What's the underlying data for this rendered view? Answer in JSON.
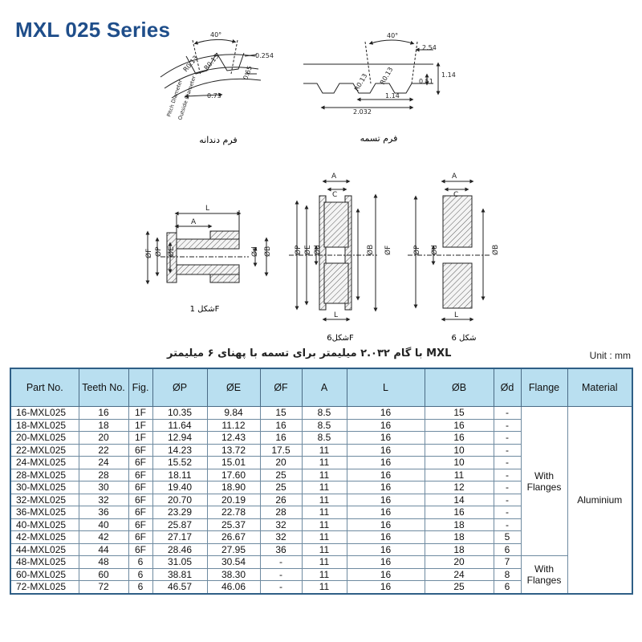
{
  "title": "MXL 025 Series",
  "drawings": {
    "tooth_form": {
      "caption": "فرم دندانه",
      "dims": [
        "40°",
        "0.254",
        "0.65",
        "R0.13",
        "R0.13",
        "0.73",
        "Pitch Diameter",
        "Outside Diameter"
      ]
    },
    "belt_form": {
      "caption": "فرم تسمه",
      "dims": [
        "40°",
        "2.54",
        "1.14",
        "0.51",
        "R0.13",
        "R0.13",
        "1.14",
        "2.032"
      ]
    },
    "fig_1f": {
      "caption": "شکل 1F",
      "dims": [
        "L",
        "A",
        "ØF",
        "ØP",
        "ØE",
        "Ød",
        "ØB"
      ]
    },
    "fig_6f": {
      "caption": "شکل6F",
      "dims": [
        "A",
        "C",
        "ØP",
        "ØE",
        "Ød",
        "ØB",
        "ØF",
        "L"
      ]
    },
    "fig_6": {
      "caption": "شکل 6",
      "dims": [
        "A",
        "C",
        "ØP",
        "Ød",
        "ØB",
        "L"
      ]
    }
  },
  "table_heading": {
    "farsi": "MXL با گام ۲.۰۳۲ میلیمتر برای تسمه با پهنای ۶ میلیمتر",
    "unit": "Unit : mm"
  },
  "table": {
    "headers": [
      "Part No.",
      "Teeth No.",
      "Fig.",
      "ØP",
      "ØE",
      "ØF",
      "A",
      "L",
      "ØB",
      "Ød",
      "Flange",
      "Material"
    ],
    "rows": [
      [
        "16-MXL025",
        "16",
        "1F",
        "10.35",
        "9.84",
        "15",
        "8.5",
        "16",
        "15",
        "-"
      ],
      [
        "18-MXL025",
        "18",
        "1F",
        "11.64",
        "11.12",
        "16",
        "8.5",
        "16",
        "16",
        "-"
      ],
      [
        "20-MXL025",
        "20",
        "1F",
        "12.94",
        "12.43",
        "16",
        "8.5",
        "16",
        "16",
        "-"
      ],
      [
        "22-MXL025",
        "22",
        "6F",
        "14.23",
        "13.72",
        "17.5",
        "11",
        "16",
        "10",
        "-"
      ],
      [
        "24-MXL025",
        "24",
        "6F",
        "15.52",
        "15.01",
        "20",
        "11",
        "16",
        "10",
        "-"
      ],
      [
        "28-MXL025",
        "28",
        "6F",
        "18.11",
        "17.60",
        "25",
        "11",
        "16",
        "11",
        "-"
      ],
      [
        "30-MXL025",
        "30",
        "6F",
        "19.40",
        "18.90",
        "25",
        "11",
        "16",
        "12",
        "-"
      ],
      [
        "32-MXL025",
        "32",
        "6F",
        "20.70",
        "20.19",
        "26",
        "11",
        "16",
        "14",
        "-"
      ],
      [
        "36-MXL025",
        "36",
        "6F",
        "23.29",
        "22.78",
        "28",
        "11",
        "16",
        "16",
        "-"
      ],
      [
        "40-MXL025",
        "40",
        "6F",
        "25.87",
        "25.37",
        "32",
        "11",
        "16",
        "18",
        "-"
      ],
      [
        "42-MXL025",
        "42",
        "6F",
        "27.17",
        "26.67",
        "32",
        "11",
        "16",
        "18",
        "5"
      ],
      [
        "44-MXL025",
        "44",
        "6F",
        "28.46",
        "27.95",
        "36",
        "11",
        "16",
        "18",
        "6"
      ],
      [
        "48-MXL025",
        "48",
        "6",
        "31.05",
        "30.54",
        "-",
        "11",
        "16",
        "20",
        "7"
      ],
      [
        "60-MXL025",
        "60",
        "6",
        "38.81",
        "38.30",
        "-",
        "11",
        "16",
        "24",
        "8"
      ],
      [
        "72-MXL025",
        "72",
        "6",
        "46.57",
        "46.06",
        "-",
        "11",
        "16",
        "25",
        "6"
      ]
    ],
    "flange_groups": [
      {
        "label": "With\nFlanges",
        "rows": 12
      },
      {
        "label": "With\nFlanges",
        "rows": 3
      }
    ],
    "material": {
      "label": "Aluminium",
      "rows": 15
    }
  }
}
